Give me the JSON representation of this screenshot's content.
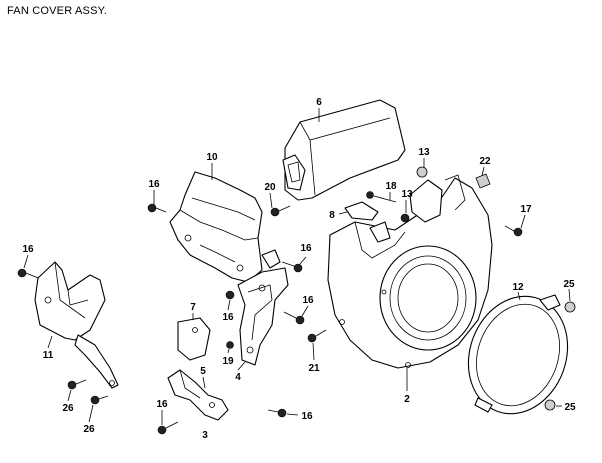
{
  "title": "FAN COVER ASSY.",
  "callouts": [
    "6",
    "10",
    "16",
    "20",
    "13",
    "22",
    "18",
    "13",
    "8",
    "17",
    "16",
    "16",
    "7",
    "16",
    "16",
    "19",
    "4",
    "21",
    "11",
    "5",
    "3",
    "2",
    "12",
    "25",
    "25",
    "26",
    "26",
    "16",
    "16"
  ]
}
